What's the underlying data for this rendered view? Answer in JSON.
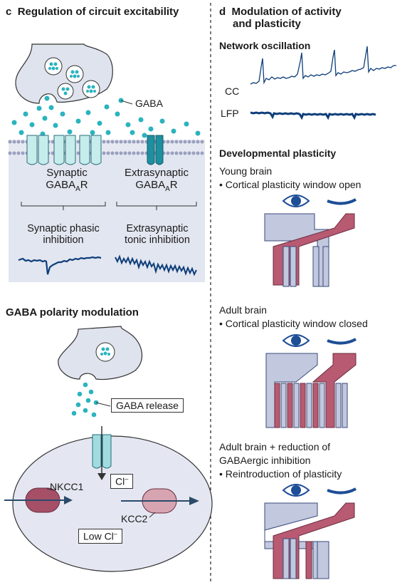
{
  "panel_c": {
    "letter": "c",
    "title": "Regulation of circuit excitability",
    "gaba_label": "GABA",
    "synaptic_receptor": {
      "line1": "Synaptic",
      "line2_main": "GABA",
      "line2_sub": "A",
      "line2_end": "R"
    },
    "extrasynaptic_receptor": {
      "line1": "Extrasynaptic",
      "line2_main": "GABA",
      "line2_sub": "A",
      "line2_end": "R"
    },
    "synaptic_inhibition": {
      "line1": "Synaptic phasic",
      "line2": "inhibition"
    },
    "tonic_inhibition": {
      "line1": "Extrasynaptic",
      "line2": "tonic inhibition"
    },
    "polarity_title": "GABA polarity modulation",
    "gaba_release": "GABA release",
    "chloride_main": "Cl",
    "chloride_sup": "–",
    "nkcc1": "NKCC1",
    "kcc2": "KCC2",
    "low_cl_main": "Low Cl",
    "low_cl_sup": "–"
  },
  "panel_d": {
    "letter": "d",
    "title_line1": "Modulation of activity",
    "title_line2": "and plasticity",
    "network_title": "Network oscillation",
    "cc_label": "CC",
    "lfp_label": "LFP",
    "dev_title": "Developmental plasticity",
    "young": {
      "line1": "Young brain",
      "line2": "• Cortical plasticity window open"
    },
    "adult": {
      "line1": "Adult brain",
      "line2": "• Cortical plasticity window closed"
    },
    "reduced": {
      "line1": "Adult brain + reduction of",
      "line2": "GABAergic inhibition",
      "line3": "• Reintroduction of plasticity"
    }
  },
  "colors": {
    "membrane_blue": "#dfe3ee",
    "receptor_light": "#c6ecec",
    "receptor_dark": "#1e8fa0",
    "dot_teal": "#2bb3bf",
    "trace_navy": "#0e3e7a",
    "eye_blue": "#1d4e96",
    "band_blue": "#c2c8de",
    "band_red": "#b85a72"
  }
}
